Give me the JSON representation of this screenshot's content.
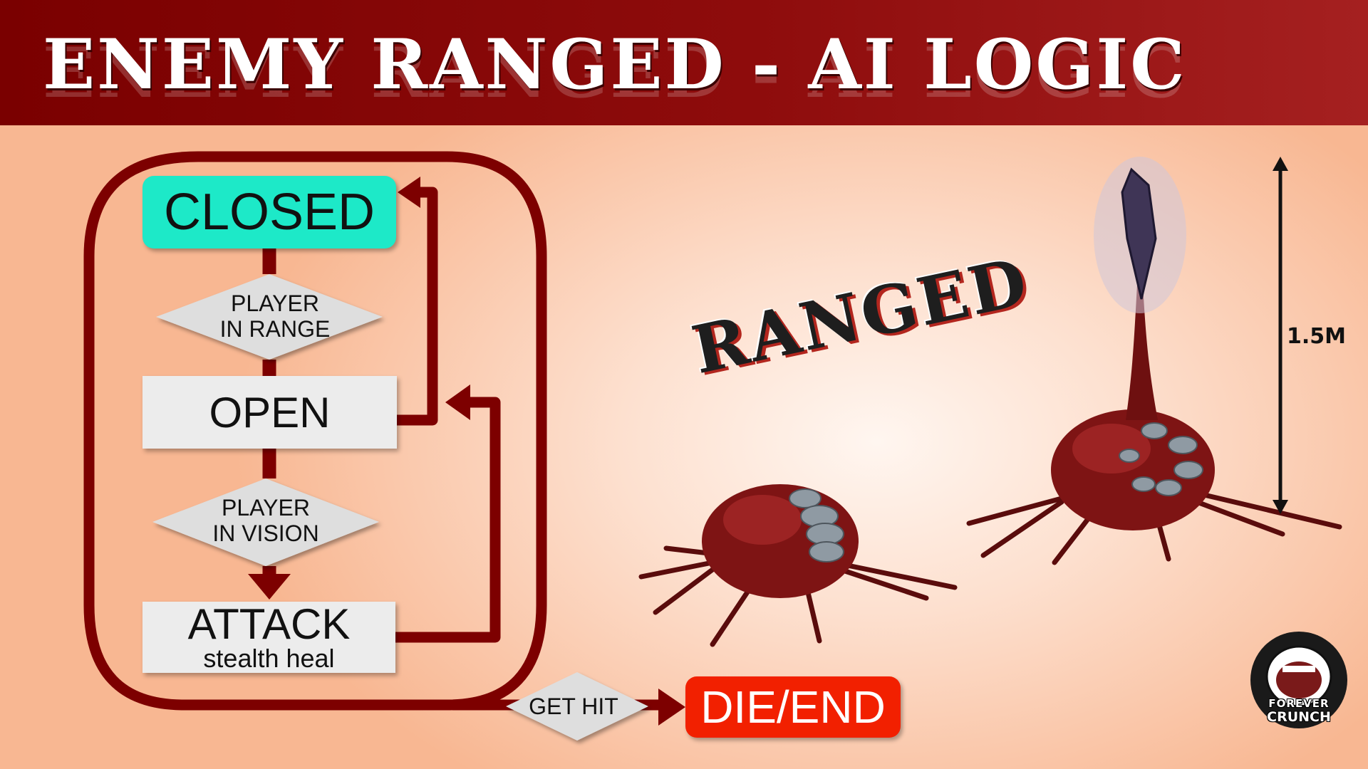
{
  "header": {
    "title": "ENEMY RANGED - AI LOGIC"
  },
  "flowchart": {
    "states": {
      "closed": "CLOSED",
      "open": "OPEN",
      "attack": "ATTACK",
      "attack_sub": "stealth heal",
      "die": "DIE/END"
    },
    "conditions": {
      "player_in_range": [
        "PLAYER",
        "IN RANGE"
      ],
      "player_in_vision": [
        "PLAYER",
        "IN VISION"
      ],
      "get_hit": "GET HIT"
    },
    "colors": {
      "arrow": "#7d0000",
      "closed_fill": "#1de9c8",
      "die_fill": "#f22000",
      "box_fill": "#ececec",
      "diamond_fill": "#dedede"
    }
  },
  "illustration": {
    "label": "RANGED",
    "height_marker": "1.5M"
  },
  "logo": {
    "line1": "FOREVER",
    "line2": "CRUNCH"
  }
}
